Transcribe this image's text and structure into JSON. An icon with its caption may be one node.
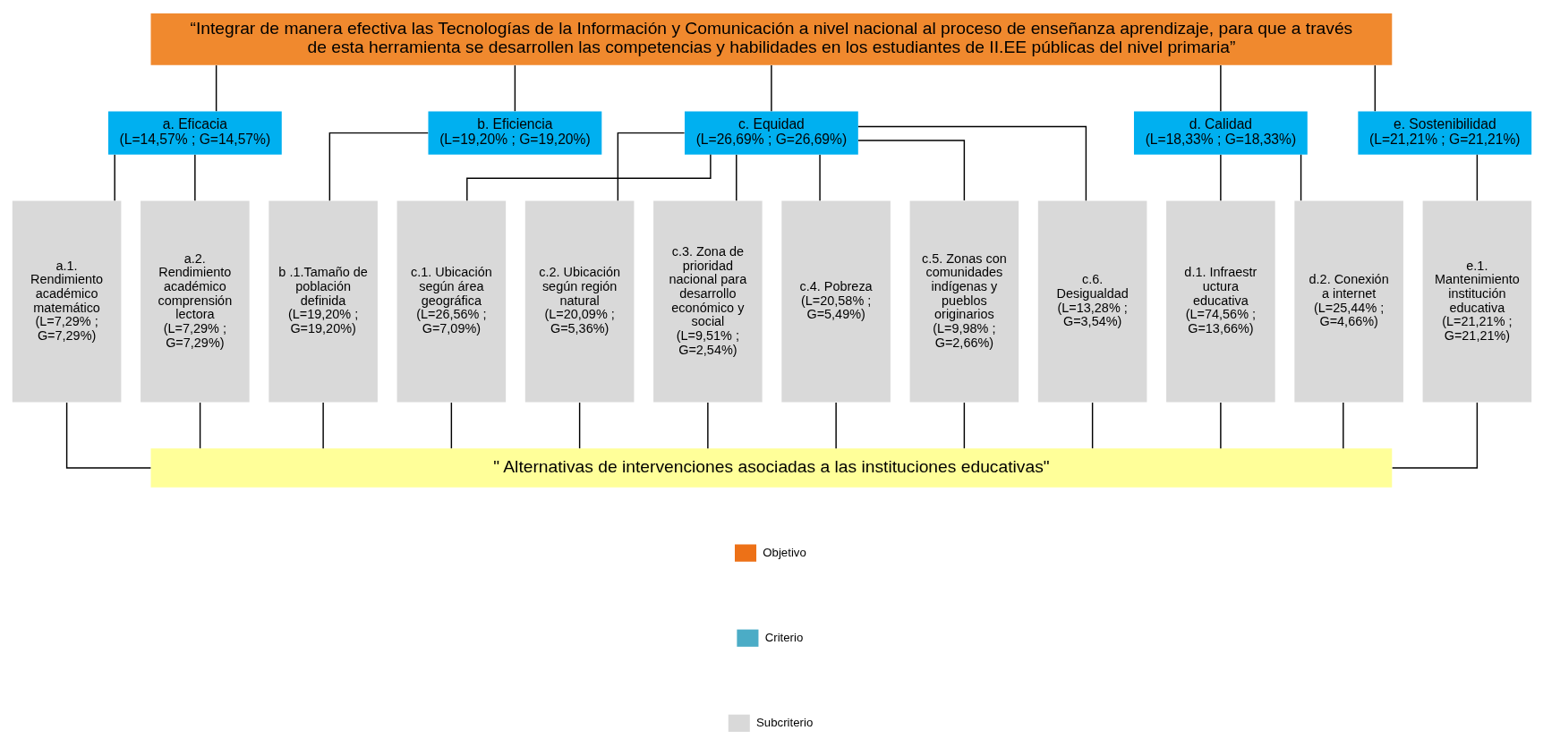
{
  "diagram": {
    "nodes": [
      {
        "text": [
          "“Integrar de manera efectiva las Tecnologías de la Información y Comunicación a nivel nacional al proceso de enseñanza aprendizaje, para que a través de esta herramienta se desarrollen las competencias y habilidades en los estudiantes de II.EE públicas del nivel primaria”"
        ]
      },
      {
        "text": [
          "a. Eficacia",
          "(L=14,57% ; G=14,57%)"
        ]
      },
      {
        "text": [
          "b. Eficiencia",
          "(L=19,20% ; G=19,20%)"
        ]
      },
      {
        "text": [
          "c. Equidad",
          "(L=26,69% ; G=26,69%)"
        ]
      },
      {
        "text": [
          "d. Calidad",
          "(L=18,33% ; G=18,33%)"
        ]
      },
      {
        "text": [
          "e. Sostenibilidad",
          "(L=21,21% ; G=21,21%)"
        ]
      },
      {
        "text": [
          "a.1. Rendimiento académico matemático",
          "(L=7,29% ; G=7,29%)"
        ]
      },
      {
        "text": [
          "a.2. Rendimiento académico comprensión lectora",
          "(L=7,29% ; G=7,29%)"
        ]
      },
      {
        "text": [
          "b .1.Tamaño de población definida",
          "(L=19,20% ; G=19,20%)"
        ]
      },
      {
        "text": [
          "c.1. Ubicación según área geográfica",
          "(L=26,56% ; G=7,09%)"
        ]
      },
      {
        "text": [
          "c.2. Ubicación según región natural",
          "(L=20,09% ; G=5,36%)"
        ]
      },
      {
        "text": [
          "c.3. Zona de prioridad nacional para desarrollo económico y social",
          "(L=9,51% ; G=2,54%)"
        ]
      },
      {
        "text": [
          "c.4. Pobreza",
          "(L=20,58% ; G=5,49%)"
        ]
      },
      {
        "text": [
          "c.5. Zonas con comunidades indígenas y pueblos originarios",
          "(L=9,98% ; G=2,66%)"
        ]
      },
      {
        "text": [
          "c.6. Desigualdad",
          "(L=13,28% ; G=3,54%)"
        ]
      },
      {
        "text": [
          "d.1. Infraestructura educativa",
          "(L=74,56% ; G=13,66%)"
        ]
      },
      {
        "text": [
          "d.2. Conexión a internet",
          "(L=25,44% ; G=4,66%)"
        ]
      },
      {
        "text": [
          "e.1. Mantenimiento institución educativa",
          "(L=21,21% ; G=21,21%)"
        ]
      },
      {
        "text": [
          "\" Alternativas de intervenciones asociadas a las instituciones educativas\""
        ]
      }
    ],
    "edges": [
      {
        "from": 0,
        "to": 1,
        "arrow": "none"
      },
      {
        "from": 0,
        "to": 2,
        "arrow": "none"
      },
      {
        "from": 0,
        "to": 3,
        "arrow": "none"
      },
      {
        "from": 0,
        "to": 4,
        "arrow": "none"
      },
      {
        "from": 0,
        "to": 5,
        "arrow": "none"
      },
      {
        "from": 1,
        "to": 6,
        "arrow": "none"
      },
      {
        "from": 1,
        "to": 7,
        "arrow": "none"
      },
      {
        "from": 2,
        "to": 8,
        "arrow": "none"
      },
      {
        "from": 3,
        "to": 9,
        "arrow": "none"
      },
      {
        "from": 3,
        "to": 10,
        "arrow": "none"
      },
      {
        "from": 3,
        "to": 11,
        "arrow": "none"
      },
      {
        "from": 3,
        "to": 12,
        "arrow": "none"
      },
      {
        "from": 3,
        "to": 13,
        "arrow": "none"
      },
      {
        "from": 3,
        "to": 14,
        "arrow": "none"
      },
      {
        "from": 4,
        "to": 15,
        "arrow": "none"
      },
      {
        "from": 4,
        "to": 16,
        "arrow": "none"
      },
      {
        "from": 5,
        "to": 17,
        "arrow": "none"
      },
      {
        "from": 6,
        "to": 18,
        "arrow": "none"
      },
      {
        "from": 7,
        "to": 18,
        "arrow": "none"
      },
      {
        "from": 8,
        "to": 18,
        "arrow": "none"
      },
      {
        "from": 9,
        "to": 18,
        "arrow": "none"
      },
      {
        "from": 10,
        "to": 18,
        "arrow": "none"
      },
      {
        "from": 11,
        "to": 18,
        "arrow": "none"
      },
      {
        "from": 12,
        "to": 18,
        "arrow": "none"
      },
      {
        "from": 13,
        "to": 18,
        "arrow": "none"
      },
      {
        "from": 14,
        "to": 18,
        "arrow": "none"
      },
      {
        "from": 15,
        "to": 18,
        "arrow": "none"
      },
      {
        "from": 16,
        "to": 18,
        "arrow": "none"
      },
      {
        "from": 17,
        "to": 18,
        "arrow": "none"
      }
    ],
    "legend": [
      {
        "text": "Objetivo",
        "color": "#ed7117"
      },
      {
        "text": "Criterio",
        "color": "#4bacc6"
      },
      {
        "text": "Subcriterio",
        "color": "#d9d9d9"
      }
    ]
  }
}
